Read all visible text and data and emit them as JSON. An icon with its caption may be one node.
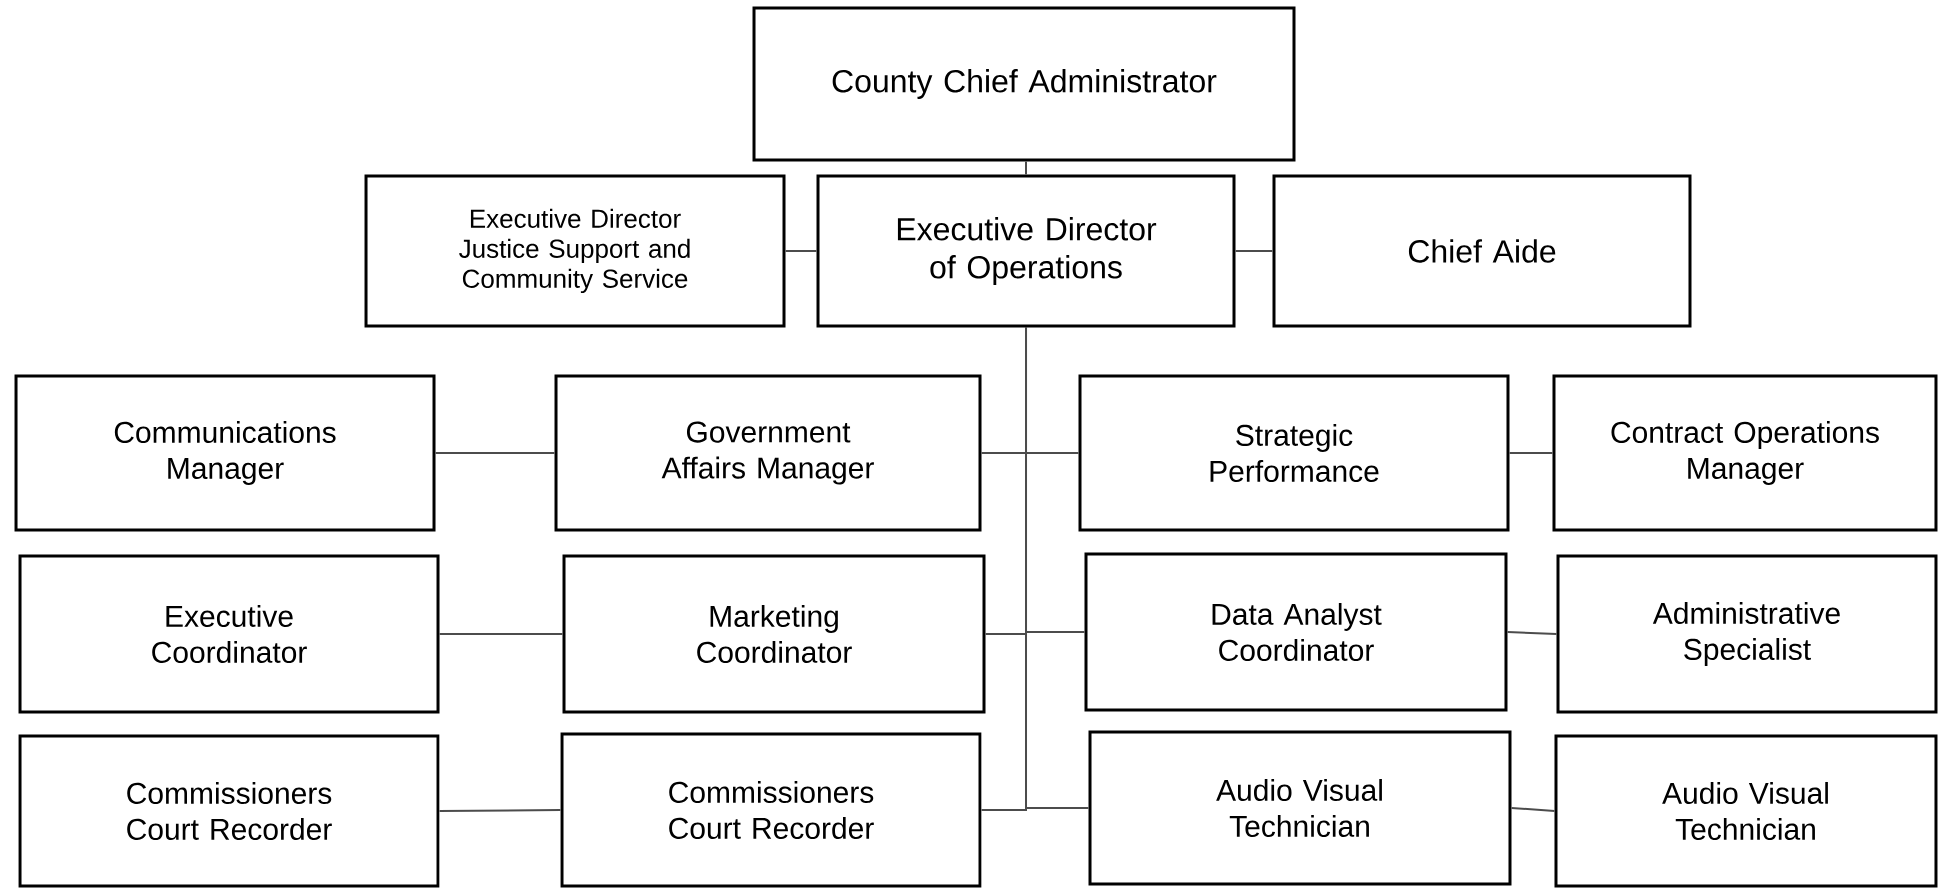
{
  "diagram": {
    "nodes": [
      {
        "text": [
          "County Chief Administrator"
        ]
      },
      {
        "text": [
          "Executive Director Justice Support and Community Service"
        ]
      },
      {
        "text": [
          "Executive Director of Operations"
        ]
      },
      {
        "text": [
          "Chief Aide"
        ]
      },
      {
        "text": [
          "Communications Manager"
        ]
      },
      {
        "text": [
          "Government Affairs Manager"
        ]
      },
      {
        "text": [
          "Strategic Performance"
        ]
      },
      {
        "text": [
          "Contract Operations Manager"
        ]
      },
      {
        "text": [
          "Executive Coordinator"
        ]
      },
      {
        "text": [
          "Marketing Coordinator"
        ]
      },
      {
        "text": [
          "Data Analyst Coordinator"
        ]
      },
      {
        "text": [
          "Administrative Specialist"
        ]
      },
      {
        "text": [
          "Commissioners Court Recorder"
        ]
      },
      {
        "text": [
          "Commissioners Court Recorder"
        ]
      },
      {
        "text": [
          "Audio Visual Technician"
        ]
      },
      {
        "text": [
          "Audio Visual Technician"
        ]
      }
    ],
    "edges": [
      {
        "from": 0,
        "to": 2,
        "arrow": "none"
      },
      {
        "from": 2,
        "to": 1,
        "arrow": "none"
      },
      {
        "from": 2,
        "to": 3,
        "arrow": "none"
      },
      {
        "from": 2,
        "to": 5,
        "arrow": "none"
      },
      {
        "from": 2,
        "to": 6,
        "arrow": "none"
      },
      {
        "from": 2,
        "to": 9,
        "arrow": "none"
      },
      {
        "from": 2,
        "to": 10,
        "arrow": "none"
      },
      {
        "from": 2,
        "to": 13,
        "arrow": "none"
      },
      {
        "from": 2,
        "to": 14,
        "arrow": "none"
      },
      {
        "from": 5,
        "to": 4,
        "arrow": "none"
      },
      {
        "from": 6,
        "to": 7,
        "arrow": "none"
      },
      {
        "from": 9,
        "to": 8,
        "arrow": "none"
      },
      {
        "from": 10,
        "to": 11,
        "arrow": "none"
      },
      {
        "from": 13,
        "to": 12,
        "arrow": "none"
      },
      {
        "from": 14,
        "to": 15,
        "arrow": "none"
      }
    ]
  }
}
